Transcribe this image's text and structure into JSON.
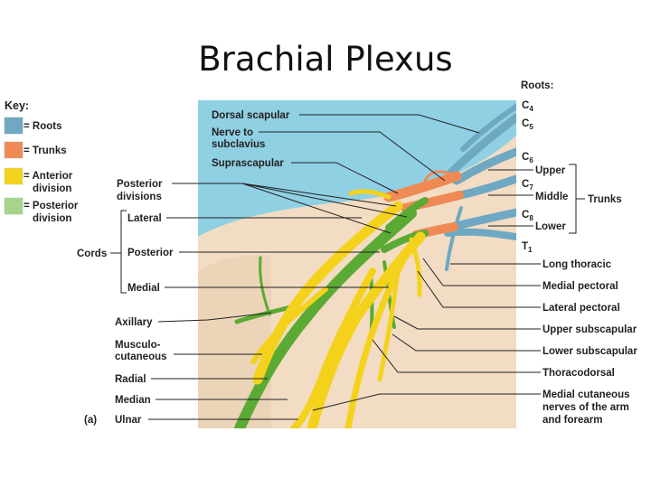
{
  "title": "Brachial Plexus",
  "key": {
    "title": "Key:",
    "items": [
      {
        "label": "= Roots",
        "color": "#6fa8c3"
      },
      {
        "label": "= Trunks",
        "color": "#ef8a55"
      },
      {
        "label": "= Anterior division",
        "label_lines": [
          "= Anterior",
          "division"
        ],
        "color": "#f4d21c"
      },
      {
        "label": "= Posterior division",
        "label_lines": [
          "= Posterior",
          "division"
        ],
        "color": "#a6d48a"
      }
    ]
  },
  "roots": {
    "title": "Roots:",
    "items": [
      {
        "main": "C",
        "sub": "4"
      },
      {
        "main": "C",
        "sub": "5"
      },
      {
        "main": "C",
        "sub": "6"
      },
      {
        "main": "C",
        "sub": "7"
      },
      {
        "main": "C",
        "sub": "8"
      },
      {
        "main": "T",
        "sub": "1"
      }
    ]
  },
  "trunks": {
    "group_label": "Trunks",
    "items": [
      "Upper",
      "Middle",
      "Lower"
    ]
  },
  "cords": {
    "group_label": "Cords",
    "items": [
      "Lateral",
      "Posterior",
      "Medial"
    ]
  },
  "posterior_divisions": [
    "Posterior",
    "divisions"
  ],
  "top_labels": {
    "dorsal_scapular": "Dorsal scapular",
    "nerve_to_subclavius": [
      "Nerve to",
      "subclavius"
    ],
    "suprascapular": "Suprascapular"
  },
  "left_labels": {
    "axillary": "Axillary",
    "musculocutaneous": [
      "Musculo-",
      "cutaneous"
    ],
    "radial": "Radial",
    "median": "Median",
    "ulnar": "Ulnar",
    "figure_letter": "(a)"
  },
  "right_labels": {
    "long_thoracic": "Long thoracic",
    "medial_pectoral": "Medial pectoral",
    "lateral_pectoral": "Lateral pectoral",
    "upper_subscapular": "Upper subscapular",
    "lower_subscapular": "Lower subscapular",
    "thoracodorsal": "Thoracodorsal",
    "medial_cutaneous": [
      "Medial cutaneous",
      "nerves of the arm",
      "and forearm"
    ]
  },
  "colors": {
    "background_panel": "#8fd0e3",
    "shoulder_skin": "#f2dcc3",
    "root_nerve": "#6fa8c3",
    "trunk_nerve": "#ef8a55",
    "anterior_nerve": "#f4d21c",
    "posterior_nerve": "#5aaa34"
  }
}
